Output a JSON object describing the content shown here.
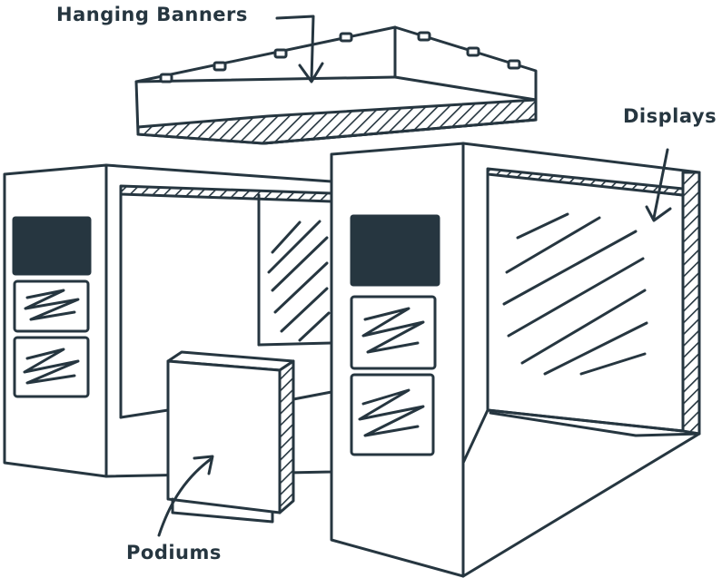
{
  "labels": {
    "hanging_banners": "Hanging Banners",
    "displays": "Displays",
    "podiums": "Podiums"
  },
  "colors": {
    "ink": "#263640",
    "paper": "#ffffff"
  }
}
